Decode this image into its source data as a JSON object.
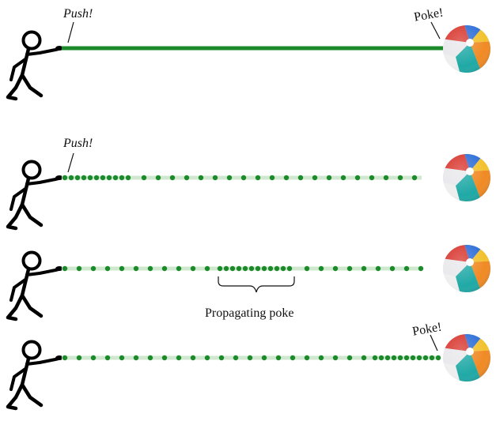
{
  "labels": {
    "push": "Push!",
    "poke": "Poke!",
    "propagating": "Propagating poke"
  },
  "colors": {
    "rod": "#1a8a2a",
    "rod_faint": "#cfe8cf",
    "dot": "#1a8a2a",
    "figure": "#000000"
  },
  "icons": {
    "person": "stick-figure-icon",
    "ball": "beach-ball-icon"
  }
}
